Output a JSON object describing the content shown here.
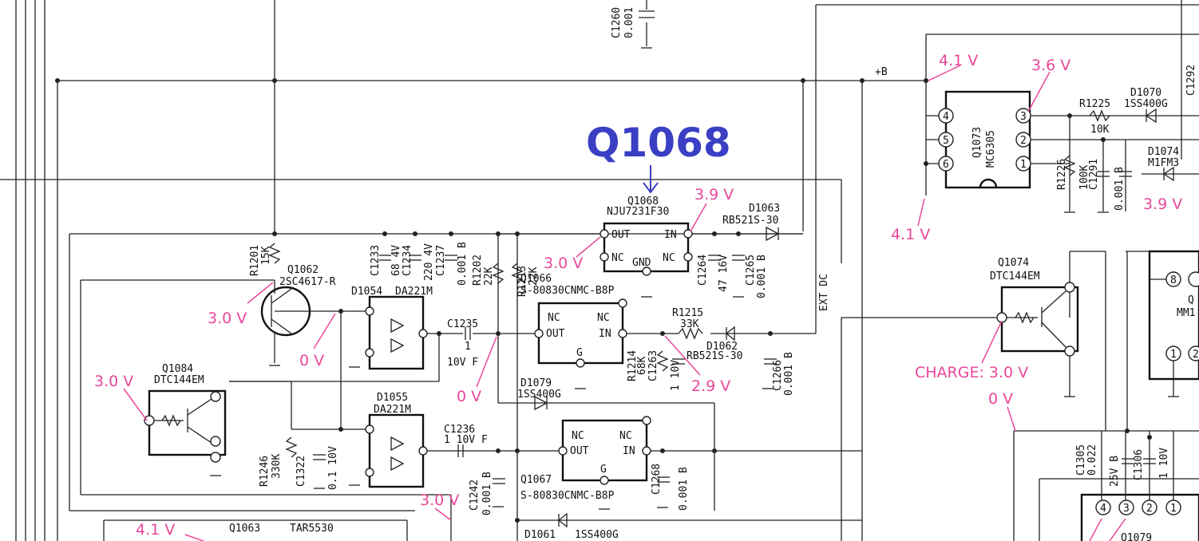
{
  "header": {
    "title": "Q1068"
  },
  "rails": {
    "plus_b": "+B",
    "ext_dc": "EXT DC"
  },
  "ics": {
    "q1068": {
      "ref": "Q1068",
      "part": "NJU7231F30",
      "pin_out": "OUT",
      "pin_in": "IN",
      "pin_nc1": "NC",
      "pin_nc2": "NC",
      "pin_gnd": "GND"
    },
    "q1066": {
      "ref": "Q1066",
      "part": "S-80830CNMC-B8P",
      "pin_nc1": "NC",
      "pin_nc2": "NC",
      "pin_out": "OUT",
      "pin_in": "IN",
      "pin_g": "G"
    },
    "q1067": {
      "ref": "Q1067",
      "part": "S-80830CNMC-B8P",
      "pin_nc1": "NC",
      "pin_nc2": "NC",
      "pin_out": "OUT",
      "pin_in": "IN",
      "pin_g": "G"
    },
    "q1073": {
      "ref": "Q1073",
      "part": "MC6305",
      "pins": [
        "4",
        "5",
        "6",
        "3",
        "2",
        "1"
      ]
    },
    "q1074": {
      "ref": "Q1074",
      "part": "DTC144EM"
    },
    "q1084": {
      "ref": "Q1084",
      "part": "DTC144EM"
    },
    "q1062": {
      "ref": "Q1062",
      "part": "2SC4617-R"
    },
    "q1063": {
      "ref": "Q1063",
      "part": "TAR5530"
    },
    "q_partial": {
      "ref": "Q",
      "part": "MM1",
      "pins": [
        "8",
        "1",
        "2"
      ]
    },
    "q1079": {
      "ref": "Q1079",
      "pins": [
        "4",
        "3",
        "2",
        "1"
      ]
    },
    "d1054": {
      "ref": "D1054",
      "part": "DA221M"
    },
    "d1055": {
      "ref": "D1055",
      "part": "DA221M"
    }
  },
  "components": {
    "c1260": "C1260",
    "c1260_val": "0.001 B",
    "r1201": "R1201",
    "r1201_val": "15K",
    "c1233": "C1233",
    "c1233_val": "68 4V",
    "c1234": "C1234",
    "c1237": "C1237",
    "c1237_val": "220 4V",
    "c1234_b": "0.001 B",
    "r1202": "R1202",
    "r1202_val": "22K",
    "r1213": "R1213",
    "r1213_val": "22K",
    "c1235": "C1235",
    "c1235_val1": "1",
    "c1235_val2": "10V F",
    "d1063": "D1063",
    "d1063_part": "RB521S-30",
    "c1264": "C1264",
    "c1264_val": "47 16V",
    "c1265": "C1265",
    "c1265_val": "0.001 B",
    "r1215": "R1215",
    "r1215_val": "33K",
    "d1062": "D1062",
    "d1062_part": "RB521S-30",
    "c1266": "C1266",
    "c1266_val": "0.001 B",
    "r1214": "R1214",
    "r1214_val": "68K",
    "c1263": "C1263",
    "c1263_val": "1 10V",
    "d1079": "D1079",
    "d1079_part": "1SS400G",
    "r1246": "R1246",
    "r1246_val": "330K",
    "c1322": "C1322",
    "c1322_val": "0.1 10V",
    "c1236": "C1236",
    "c1236_val": "1 10V F",
    "c1242": "C1242",
    "c1242_val": "0.001 B",
    "c1268": "C1268",
    "c1268_val": "0.001 B",
    "d1061": "D1061",
    "d1061_part": "1SS400G",
    "r1225": "R1225",
    "r1225_val": "10K",
    "d1070": "D1070",
    "d1070_part": "1SS400G",
    "r1226": "R1226",
    "r1226_val": "100K",
    "c1291": "C1291",
    "c1291_val": "0.001 B",
    "d1074": "D1074",
    "d1074_part": "M1FM3",
    "c1305": "C1305",
    "c1305_val": "0.022",
    "c1306": "C1306",
    "c1306_val1": "25V B",
    "c1306_val2": "1 10V",
    "c1292_partial": "C1292"
  },
  "voltages": {
    "v_q1073_pin4": "4.1 V",
    "v_q1073_pin3": "3.6 V",
    "v_q1068_in": "3.9 V",
    "v_q1068_out": "3.0 V",
    "v_q1062_base": "3.0 V",
    "v_q1062_col": "0 V",
    "v_c1235": "0 V",
    "v_d1062": "2.9 V",
    "v_q1084": "3.0 V",
    "v_q1073_pin6": "4.1 V",
    "v_d1074": "3.9 V",
    "v_charge": "CHARGE: 3.0 V",
    "v_q1074_0": "0 V",
    "v_bottom_3": "3.0 V",
    "v_bottom_41": "4.1 V"
  },
  "colors": {
    "voltage": "#e8489a",
    "title": "#3a3fc4",
    "wire": "#222222"
  }
}
